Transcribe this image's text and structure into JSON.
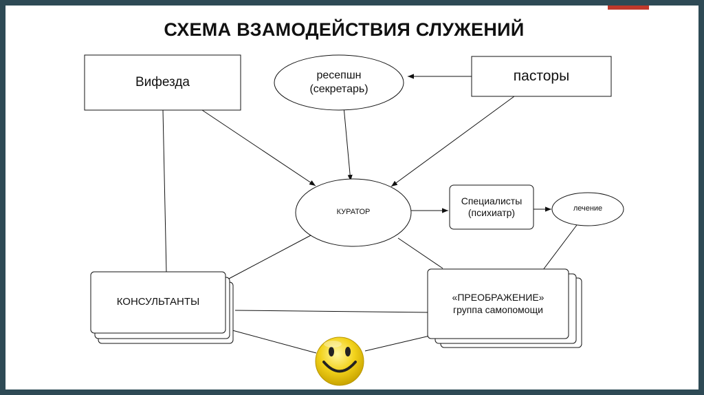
{
  "title": "СХЕМА ВЗАМОДЕЙСТВИЯ СЛУЖЕНИЙ",
  "nodes": {
    "vifezda": "Вифезда",
    "reception_line1": "ресепшн",
    "reception_line2": "(секретарь)",
    "pastors": "пасторы",
    "curator": "КУРАТОР",
    "specialists_line1": "Специалисты",
    "specialists_line2": "(психиатр)",
    "treatment": "лечение",
    "consultants": "КОНСУЛЬТАНТЫ",
    "group_line1": "«ПРЕОБРАЖЕНИЕ»",
    "group_line2": "группа самопомощи"
  },
  "colors": {
    "frame": "#2e4a55",
    "accent": "#c0392b",
    "smiley": "#f2d21b"
  },
  "icons": {
    "smiley": "smiley-face-icon"
  }
}
